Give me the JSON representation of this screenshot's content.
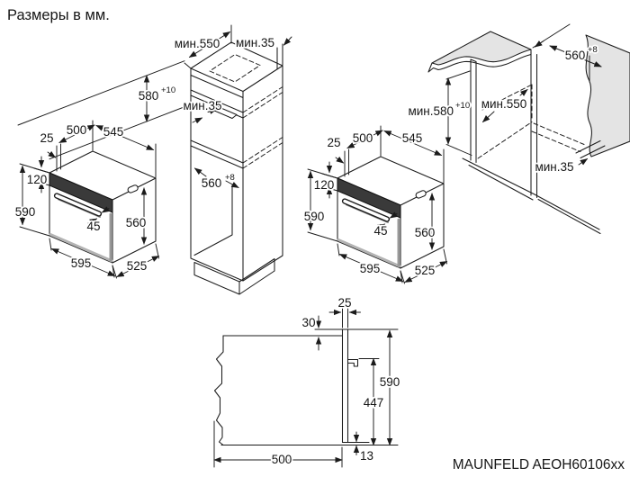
{
  "title": "Размеры в мм.",
  "model": "MAUNFELD AEOH60106xx",
  "oven_dims": {
    "door_gap": "25",
    "depth_body": "500",
    "depth_total": "545",
    "panel_height": "120",
    "height": "590",
    "handle_depth": "45",
    "side_height": "560",
    "width": "595",
    "side_depth": "525"
  },
  "tall_cabinet": {
    "min_depth": "мин.550",
    "rear_gap": "мин.35",
    "niche_height": "580",
    "niche_height_tol": "+10",
    "vent_gap": "мин.35",
    "niche_width": "560",
    "niche_width_tol": "+8"
  },
  "base_cabinet": {
    "niche_width": "560",
    "niche_width_tol": "+8",
    "niche_height": "мин.580",
    "niche_height_tol": "+10",
    "min_depth": "мин.550",
    "rear_gap": "мин.35"
  },
  "side_view": {
    "door_thickness": "25",
    "top_offset": "30",
    "height": "590",
    "handle_to_bottom": "447",
    "bottom_offset": "13",
    "depth": "500"
  }
}
